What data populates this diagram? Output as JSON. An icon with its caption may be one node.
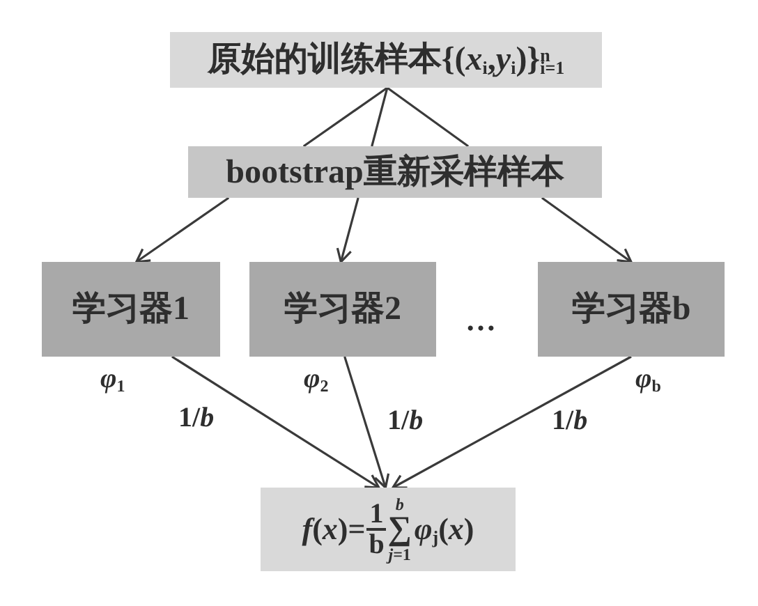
{
  "diagram": {
    "nodes": [
      {
        "text": [
          "原始的训练样本{(*x*$_{i}$,*y*$_{i}$)}$^{n}$$_{i=1}$"
        ]
      },
      {
        "text": [
          "bootstrap重新采样样本"
        ]
      },
      {
        "text": [
          "学习器1"
        ],
        "beside": [
          "*φ*$_{1}$"
        ]
      },
      {
        "text": [
          "学习器2"
        ],
        "beside": [
          "*φ*$_{2}$"
        ]
      },
      {
        "text": [
          "学习器b"
        ],
        "beside": [
          "*φ*$_{b}$"
        ]
      },
      {
        "text": [
          "*f*(*x*)=",
          "1",
          "b",
          "*b*",
          "∑",
          "*j*=1",
          "*φ*$_{j}$(*x*)"
        ]
      }
    ],
    "edges": [
      {
        "from": 0,
        "to": 1,
        "arrow": "none"
      },
      {
        "from": 0,
        "to": 1,
        "arrow": "none"
      },
      {
        "from": 0,
        "to": 1,
        "arrow": "none"
      },
      {
        "from": 1,
        "to": 2,
        "arrow": "to"
      },
      {
        "from": 1,
        "to": 3,
        "arrow": "to"
      },
      {
        "from": 1,
        "to": 4,
        "arrow": "to"
      },
      {
        "from": 2,
        "to": 5,
        "arrow": "to",
        "label": "1/*b*"
      },
      {
        "from": 3,
        "to": 5,
        "arrow": "to",
        "label": "1/*b*"
      },
      {
        "from": 4,
        "to": 5,
        "arrow": "to",
        "label": "1/*b*"
      }
    ],
    "labels": [
      "…"
    ]
  }
}
